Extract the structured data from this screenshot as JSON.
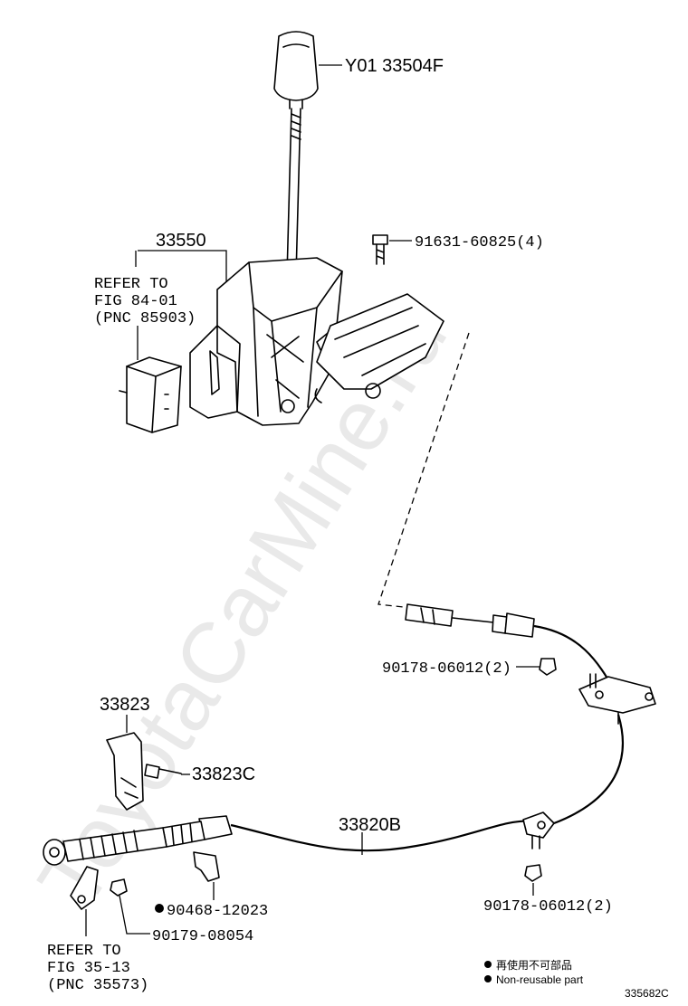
{
  "watermark": "ToyotaCarMine.ru",
  "figure_code": "335682C",
  "legend": {
    "line1": "再使用不可部品",
    "line2": "Non-reusable part"
  },
  "labels": {
    "knob": "Y01 33504F",
    "shift_lever": "33550",
    "refer1_l1": "REFER TO",
    "refer1_l2": "FIG 84-01",
    "refer1_l3": "(PNC 85903)",
    "bolt": "91631-60825(4)",
    "nut_upper": "90178-06012(2)",
    "bracket": "33823",
    "bracket_bolt": "33823C",
    "cable": "33820B",
    "clip": "90468-12023",
    "nut_lower_right": "90178-06012(2)",
    "nut_lower_left": "90179-08054",
    "refer2_l1": "REFER TO",
    "refer2_l2": "FIG 35-13",
    "refer2_l3": "(PNC 35573)"
  }
}
